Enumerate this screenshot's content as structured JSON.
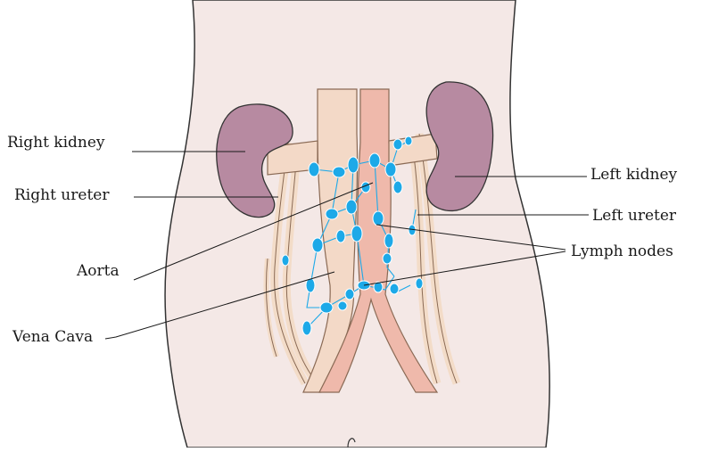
{
  "labels": {
    "right_kidney": "Right kidney",
    "right_ureter": "Right ureter",
    "aorta": "Aorta",
    "vena_cava": "Vena Cava",
    "left_kidney": "Left kidney",
    "left_ureter": "Left ureter",
    "lymph_nodes": "Lymph nodes"
  },
  "colors": {
    "body_fill": "#f4e8e6",
    "kidney": "#b78aa1",
    "vessel_light": "#f3d9c7",
    "vessel_pink": "#efb9ab",
    "ureter": "#f3dcc8",
    "lymph_node": "#1da9e8",
    "lymph_vessel": "#1da9e8",
    "outline": "#333333"
  }
}
